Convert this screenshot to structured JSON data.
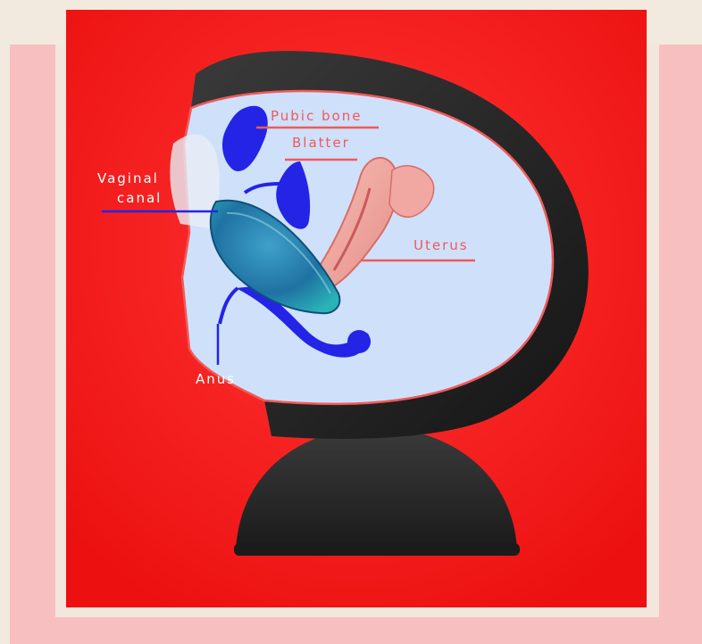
{
  "labels": {
    "pubic_bone": "Pubic bone",
    "bladder": "Blatter",
    "vaginal_canal_line1": "Vaginal",
    "vaginal_canal_line2": "canal",
    "uterus": "Uterus",
    "anus": "Anus"
  },
  "colors": {
    "background": "#f2e9df",
    "frame": "#f7bfc0",
    "photo_background": "#ff1f1f",
    "model_stand": "#222222",
    "model_cavity": "#cfe0fb",
    "outline": "#f05a5a",
    "organ_blue": "#2424e6",
    "uterus_pink": "#f2a8a2",
    "label_red": "#f05a5a",
    "label_white": "#ffffff",
    "leader_blue": "#2424e6"
  },
  "icons": {
    "menstrual_cup": "menstrual-cup-illustration"
  }
}
